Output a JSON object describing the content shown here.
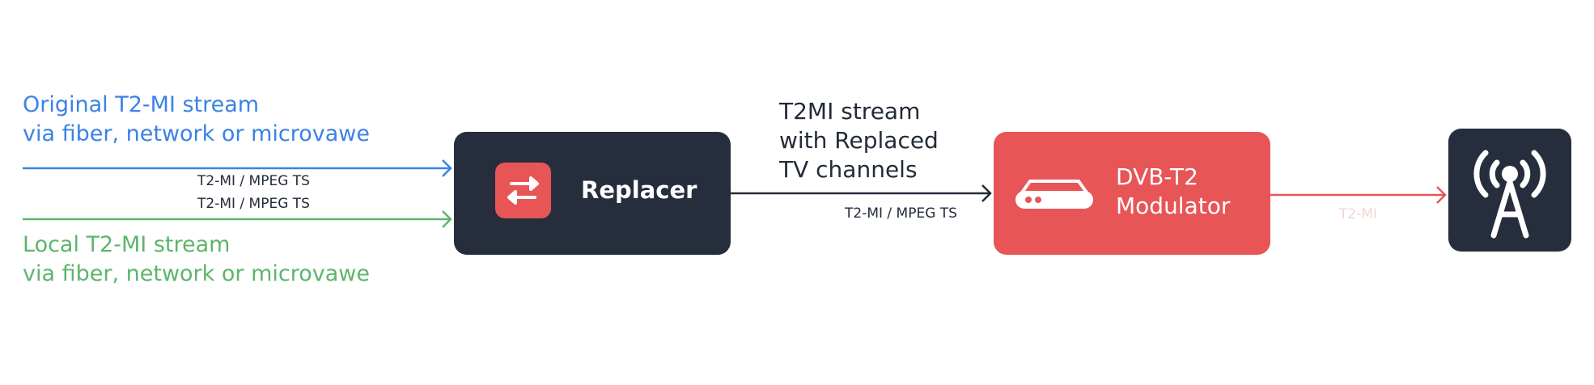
{
  "colors": {
    "original": "#3b82e6",
    "local": "#5db56b",
    "dark": "#262e3d",
    "red": "#e85557"
  },
  "inputs": {
    "original": {
      "line1": "Original T2-MI stream",
      "line2": "via fiber, network or microvawe",
      "connector_label": "T2-MI / MPEG TS"
    },
    "local": {
      "line1": "Local T2-MI stream",
      "line2": "via fiber, network or microvawe",
      "connector_label": "T2-MI / MPEG TS"
    }
  },
  "replacer": {
    "title": "Replacer",
    "icon": "swap-arrows-icon"
  },
  "output_stream": {
    "line1": "T2MI stream",
    "line2": "with Replaced",
    "line3": "TV channels",
    "connector_label": "T2-MI / MPEG TS"
  },
  "modulator": {
    "line1": "DVB-T2",
    "line2": "Modulator",
    "icon": "set-top-box-icon"
  },
  "transmitter": {
    "connector_label": "T2-MI",
    "icon": "antenna-tower-icon"
  }
}
